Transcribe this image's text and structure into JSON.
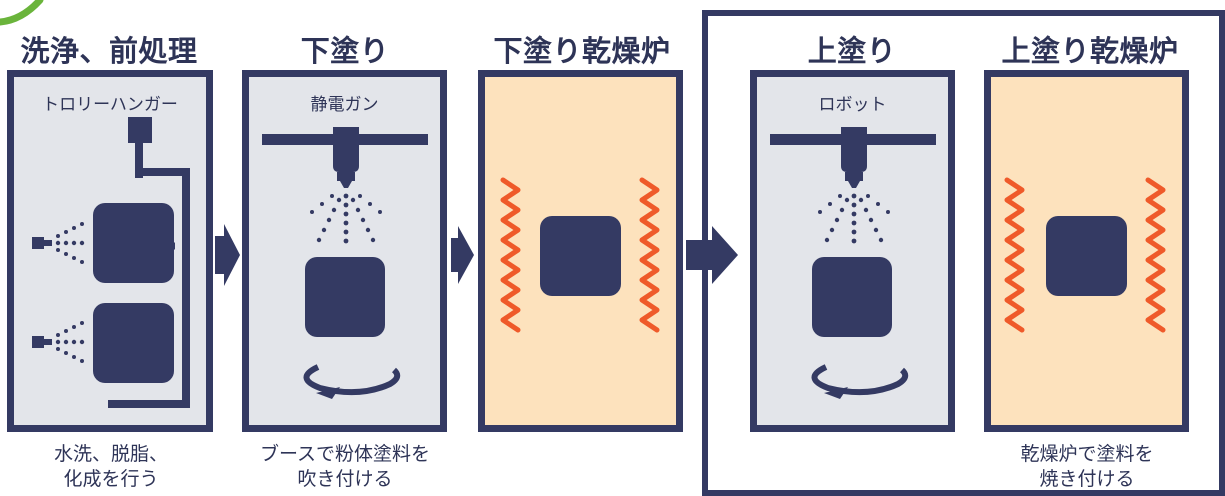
{
  "colors": {
    "navy": "#343a63",
    "panel_gray": "#e3e5ea",
    "panel_orange": "#fde2bd",
    "heat": "#ef5a2a",
    "accent_green": "#6ab43b"
  },
  "steps": [
    {
      "title": "洗浄、前処理",
      "label": "トロリーハンガー",
      "caption_lines": [
        "水洗、脱脂、",
        "化成を行う"
      ]
    },
    {
      "title": "下塗り",
      "label": "静電ガン",
      "caption_lines": [
        "ブースで粉体塗料を",
        "吹き付ける"
      ]
    },
    {
      "title": "下塗り乾燥炉",
      "label": "",
      "caption_lines": []
    },
    {
      "title": "上塗り",
      "label": "ロボット",
      "caption_lines": []
    },
    {
      "title": "上塗り乾燥炉",
      "label": "",
      "caption_lines": [
        "乾燥炉で塗料を",
        "焼き付ける"
      ]
    }
  ],
  "icons": {
    "arrow": "right-arrow-icon",
    "heat": "heat-wave-icon",
    "rotation": "rotation-arrow-icon",
    "spray_gun": "spray-gun-icon"
  }
}
